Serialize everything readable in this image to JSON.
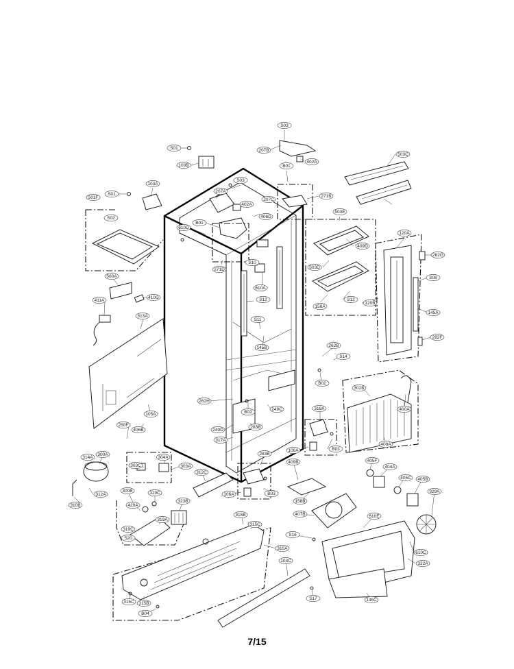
{
  "page_number": "7/15",
  "labels": [
    "S03",
    "S01",
    "207B",
    "402A",
    "103B",
    "B01",
    "503C",
    "103A",
    "207A",
    "S03",
    "271B",
    "S01",
    "501F",
    "402A",
    "207C",
    "406D",
    "503E",
    "120A",
    "S02",
    "610D",
    "B01",
    "409D",
    "262G",
    "271D",
    "S10",
    "503D",
    "500A",
    "S08",
    "410G",
    "610A",
    "158A",
    "S12",
    "411A",
    "120B",
    "S12",
    "145A",
    "313A",
    "S11",
    "145B",
    "282F",
    "262B",
    "S14",
    "B02",
    "302B",
    "262H",
    "B02",
    "249C",
    "400A",
    "105A",
    "250F",
    "249D",
    "283B",
    "318A",
    "406B",
    "317A",
    "106A",
    "B03",
    "408A",
    "314A",
    "300A",
    "304A",
    "303A",
    "283B",
    "303C",
    "312C",
    "405F",
    "404A",
    "312A",
    "409B",
    "405C",
    "405B",
    "309B",
    "329C",
    "323B",
    "106A",
    "B03",
    "329A",
    "310B",
    "420A",
    "158B",
    "407B",
    "610E",
    "319C",
    "319A",
    "315B",
    "315C",
    "S16",
    "S20",
    "315A",
    "610C",
    "332A",
    "103C",
    "315C",
    "315B",
    "S17",
    "135C",
    "B04"
  ],
  "ok": true
}
